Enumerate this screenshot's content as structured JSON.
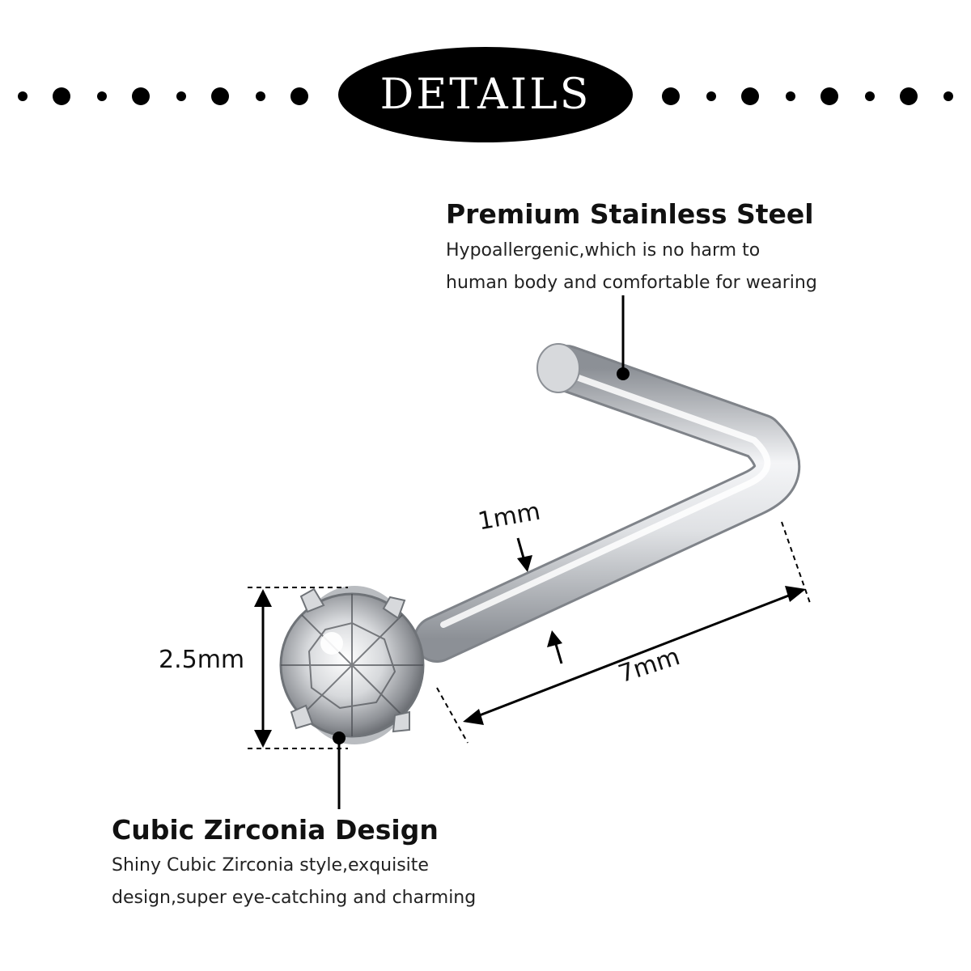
{
  "header": {
    "title": "DETAILS"
  },
  "callouts": {
    "steel": {
      "title": "Premium Stainless Steel",
      "lines": [
        "Hypoallergenic,which is no harm to",
        "human body and comfortable for wearing"
      ]
    },
    "zirconia": {
      "title": "Cubic Zirconia Design",
      "lines": [
        "Shiny Cubic Zirconia style,exquisite",
        "design,super eye-catching and charming"
      ]
    }
  },
  "dimensions": {
    "stone_diameter": "2.5mm",
    "wire_thickness": "1mm",
    "post_length": "7mm"
  },
  "colors": {
    "ink": "#000000",
    "steel_light": "#f4f5f7",
    "steel_mid": "#c9ccd1",
    "steel_dark": "#8c9096"
  }
}
